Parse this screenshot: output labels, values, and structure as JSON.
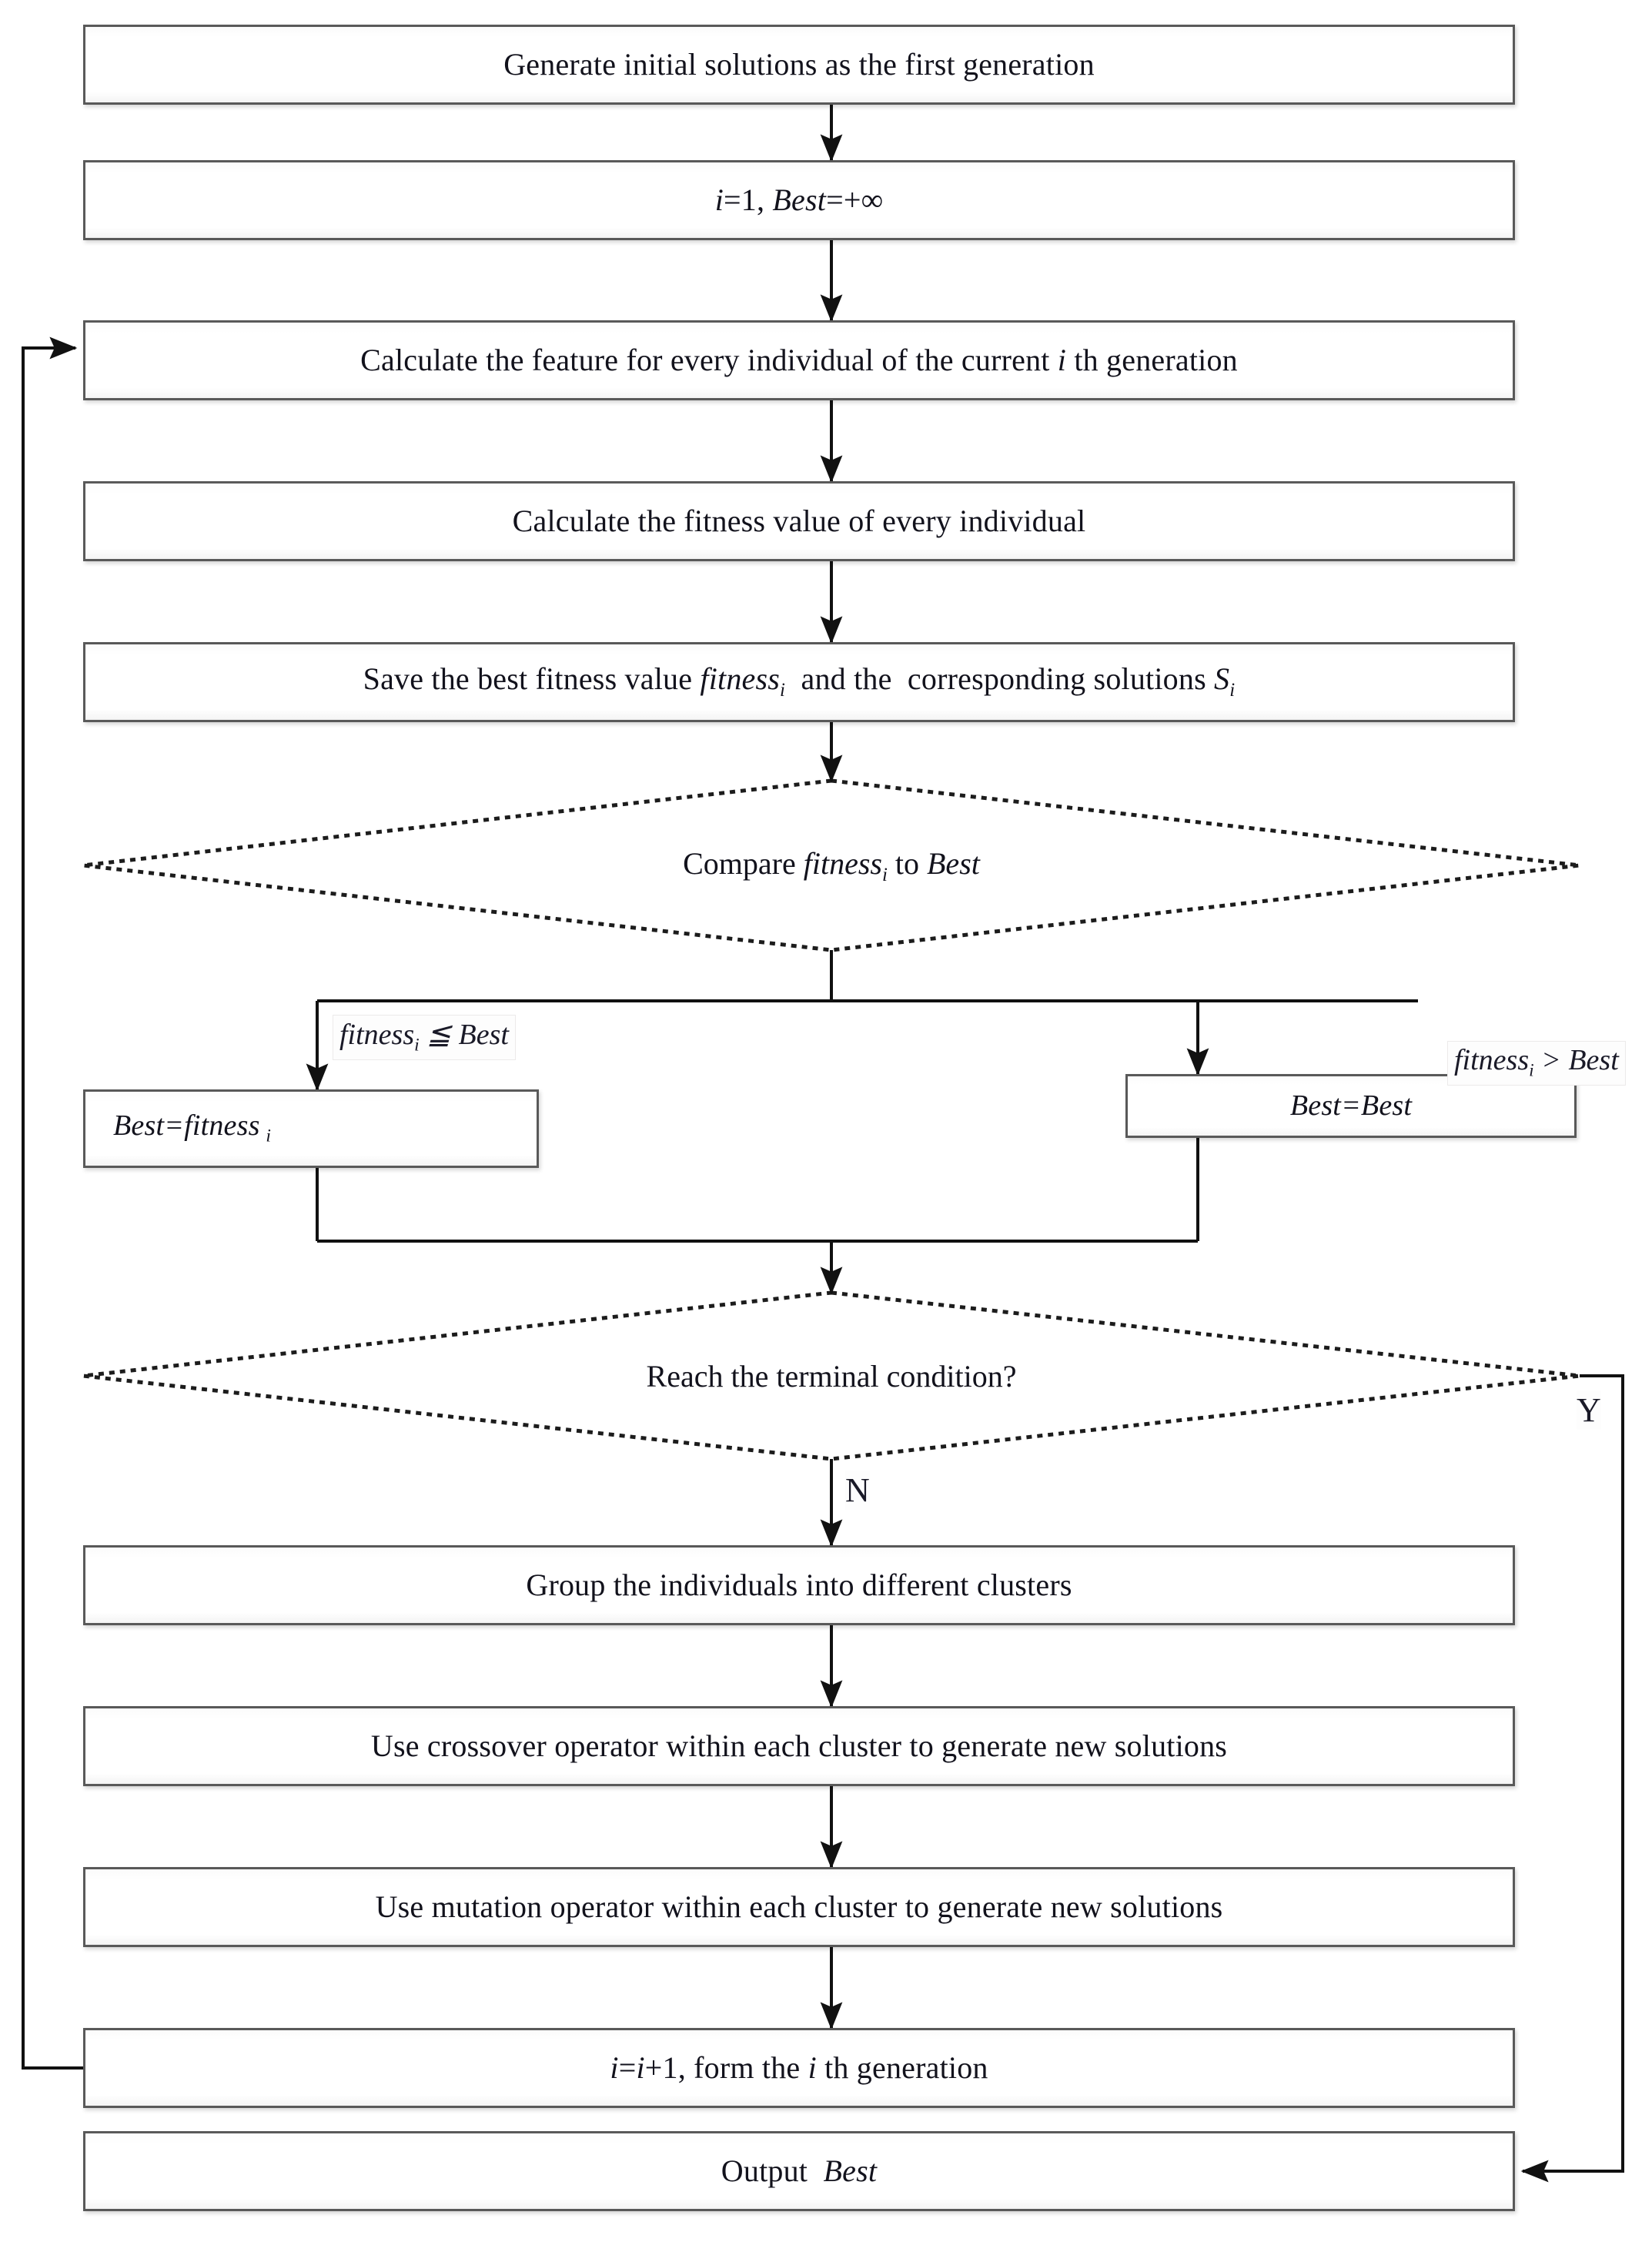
{
  "diagram": {
    "type": "flowchart",
    "title": "Clustering-based evolutionary algorithm flowchart",
    "colors": {
      "box_border": "#595959",
      "box_fill": "#ffffff",
      "line": "#1c1c1c",
      "text": "#12121c"
    },
    "nodes": [
      {
        "id": "n1",
        "shape": "process",
        "text": "Generate initial solutions as the first generation"
      },
      {
        "id": "n2",
        "shape": "process",
        "text_prefix": "i",
        "text": "i=1, Best=+∞"
      },
      {
        "id": "n3",
        "shape": "process",
        "text": "Calculate the feature for every individual of the current i th generation"
      },
      {
        "id": "n4",
        "shape": "process",
        "text": "Calculate the fitness value of every individual"
      },
      {
        "id": "n5",
        "shape": "process",
        "text": "Save the best fitness value fitnessᵢ and the corresponding solutions Sᵢ"
      },
      {
        "id": "n6",
        "shape": "decision",
        "text": "Compare fitnessᵢ to Best"
      },
      {
        "id": "n7",
        "shape": "process",
        "text": "Best=fitnessᵢ"
      },
      {
        "id": "n8",
        "shape": "process",
        "text": "Best=Best"
      },
      {
        "id": "n9",
        "shape": "decision",
        "text": "Reach the terminal condition?"
      },
      {
        "id": "n10",
        "shape": "process",
        "text": "Group the individuals into different clusters"
      },
      {
        "id": "n11",
        "shape": "process",
        "text": "Use crossover operator within each cluster to generate new solutions"
      },
      {
        "id": "n12",
        "shape": "process",
        "text": "Use mutation operator within each cluster to generate new solutions"
      },
      {
        "id": "n13",
        "shape": "process",
        "text": "i=i+1, form the i th generation"
      },
      {
        "id": "n14",
        "shape": "process",
        "text": "Output  Best"
      }
    ],
    "edge_labels": {
      "cond_le": "fitnessᵢ ≤ Best",
      "cond_gt": "fitnessᵢ > Best",
      "yes": "Y",
      "no": "N"
    }
  }
}
